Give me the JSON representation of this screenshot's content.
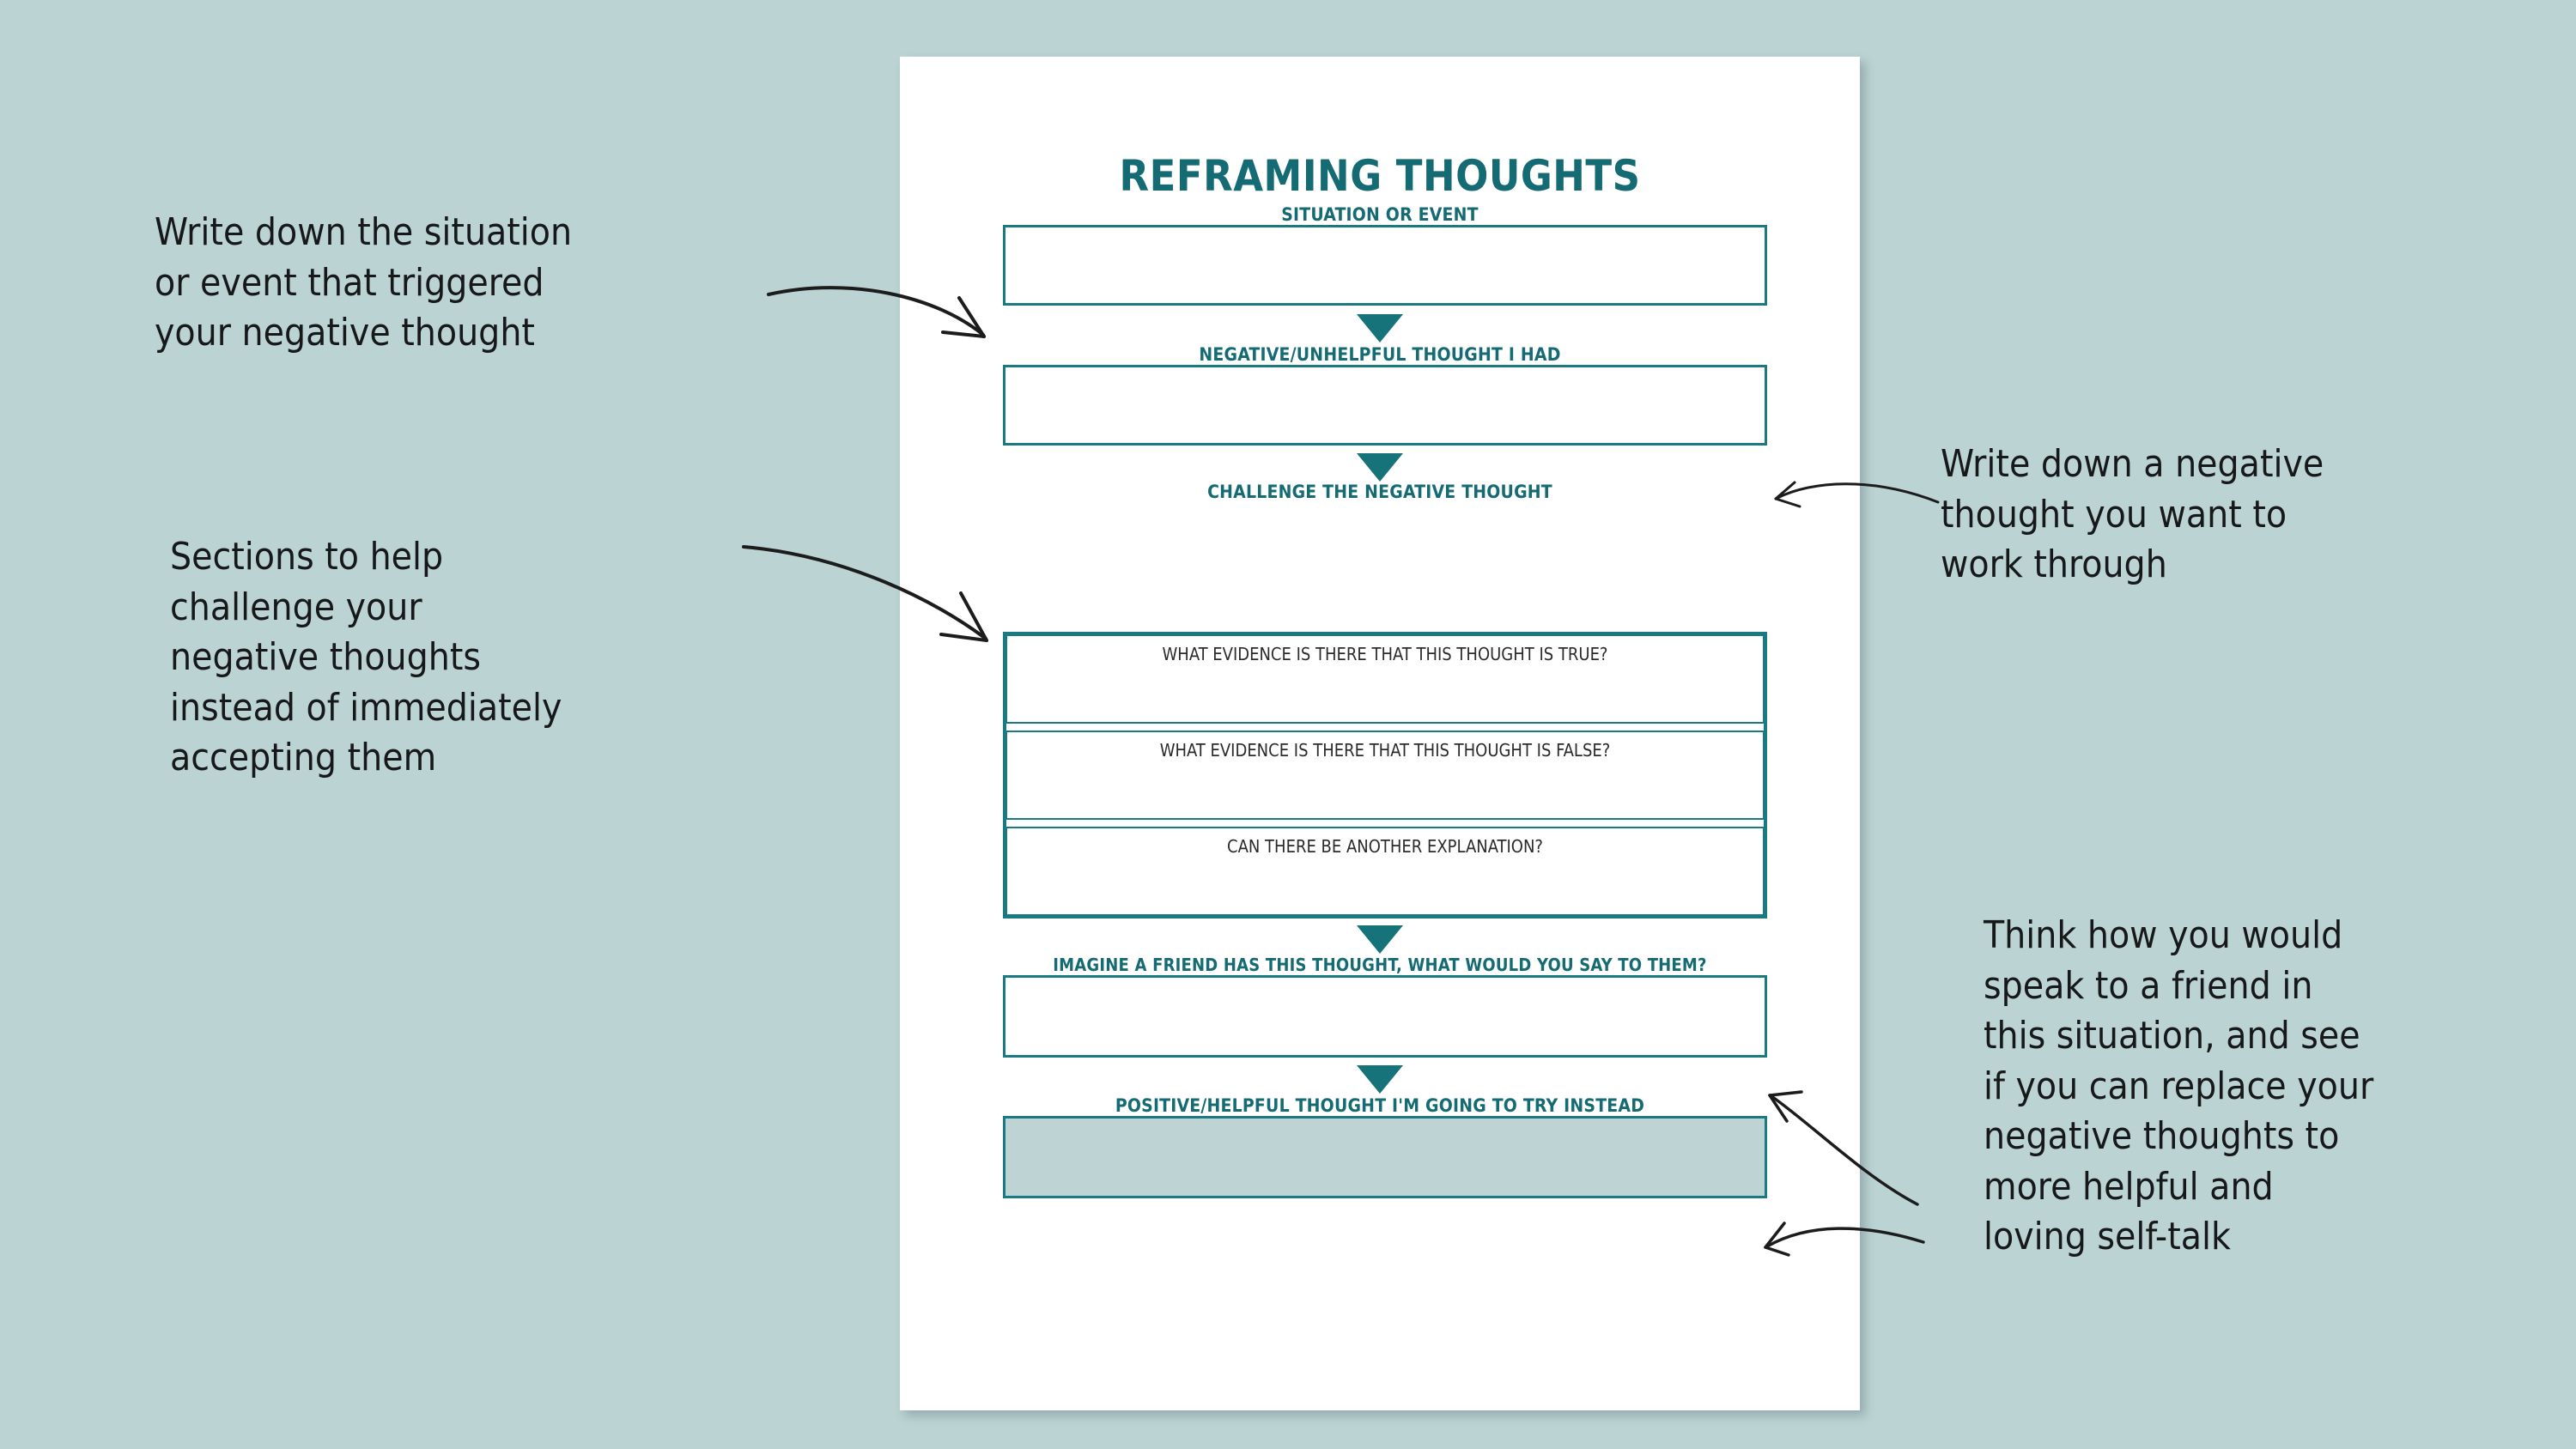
{
  "background_color": "#bcd3d4",
  "accent_color": "#146b73",
  "worksheet": {
    "title": "REFRAMING THOUGHTS",
    "sections": [
      {
        "label": "SITUATION OR EVENT",
        "name": "situation-or-event",
        "filled": false
      },
      {
        "label": "NEGATIVE/UNHELPFUL THOUGHT I HAD",
        "name": "negative-thought",
        "filled": false
      },
      {
        "label": "CHALLENGE THE NEGATIVE THOUGHT",
        "name": "challenge-negative-thought",
        "sub_boxes": [
          "WHAT EVIDENCE  IS THERE THAT THIS THOUGHT IS TRUE?",
          "WHAT EVIDENCE  IS  THERE THAT THIS THOUGHT IS FALSE?",
          "CAN THERE BE ANOTHER EXPLANATION?"
        ]
      },
      {
        "label": "IMAGINE A FRIEND HAS THIS THOUGHT, WHAT WOULD YOU SAY TO THEM?",
        "name": "imagine-a-friend",
        "filled": false
      },
      {
        "label": "POSITIVE/HELPFUL THOUGHT I'M GOING TO TRY INSTEAD",
        "name": "positive-thought",
        "filled": true
      }
    ]
  },
  "annotations": {
    "top_left": "Write down the situation\nor event that triggered\nyour negative thought",
    "mid_left": "Sections to help\nchallenge your\nnegative thoughts\ninstead of immediately\naccepting them",
    "top_right": "Write down a negative\nthought you want to\nwork through",
    "bottom_right": "Think how you would\nspeak to a friend in\nthis situation, and see\nif you can replace your\nnegative thoughts  to\nmore helpful and\nloving self-talk"
  }
}
